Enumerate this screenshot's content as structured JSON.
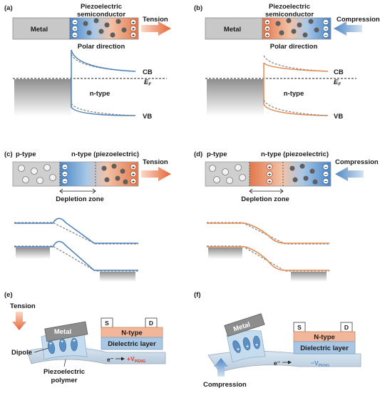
{
  "panels": {
    "a": {
      "tag": "(a)",
      "metal": "Metal",
      "semi_title_1": "Piezoelectric",
      "semi_title_2": "semiconductor",
      "force": "Tension",
      "polar": "Polar direction",
      "cb": "CB",
      "ef": "E",
      "ef_sub": "F",
      "ntype": "n-type",
      "vb": "VB"
    },
    "b": {
      "tag": "(b)",
      "metal": "Metal",
      "semi_title_1": "Piezoelectric",
      "semi_title_2": "semiconductor",
      "force": "Compression",
      "polar": "Polar direction",
      "cb": "CB",
      "ef": "E",
      "ef_sub": "F",
      "ntype": "n-type",
      "vb": "VB"
    },
    "c": {
      "tag": "(c)",
      "ptype": "p-type",
      "ntype": "n-type (piezoelectric)",
      "force": "Tension",
      "depletion": "Depletion zone"
    },
    "d": {
      "tag": "(d)",
      "ptype": "p-type",
      "ntype": "n-type (piezoelectric)",
      "force": "Compression",
      "depletion": "Depletion zone"
    },
    "e": {
      "tag": "(e)",
      "force": "Tension",
      "metal": "Metal",
      "s": "S",
      "d": "D",
      "ntype": "N-type",
      "dielectric": "Dielectric layer",
      "dipole": "Dipole",
      "poly_1": "Piezoelectric",
      "poly_2": "polymer",
      "electron": "e⁻",
      "vpeng": "+V",
      "vpeng_sub": "PENG"
    },
    "f": {
      "tag": "(f)",
      "force": "Compression",
      "metal": "Metal",
      "s": "S",
      "d": "D",
      "ntype": "N-type",
      "dielectric": "Dielectric layer",
      "electron": "e⁻",
      "vpeng": "−V",
      "vpeng_sub": "PENG"
    }
  },
  "colors": {
    "band_blue": "#4a80b8",
    "band_orange": "#e58a4e",
    "dashed_gray": "#8a8a8a",
    "metal_gray": "#c8c8c8",
    "ntype_fill": "#f2b79a",
    "dielectric_fill": "#a9c7e3",
    "vpeng_red": "#e03a2a",
    "vpeng_blue": "#5b8fc8"
  }
}
